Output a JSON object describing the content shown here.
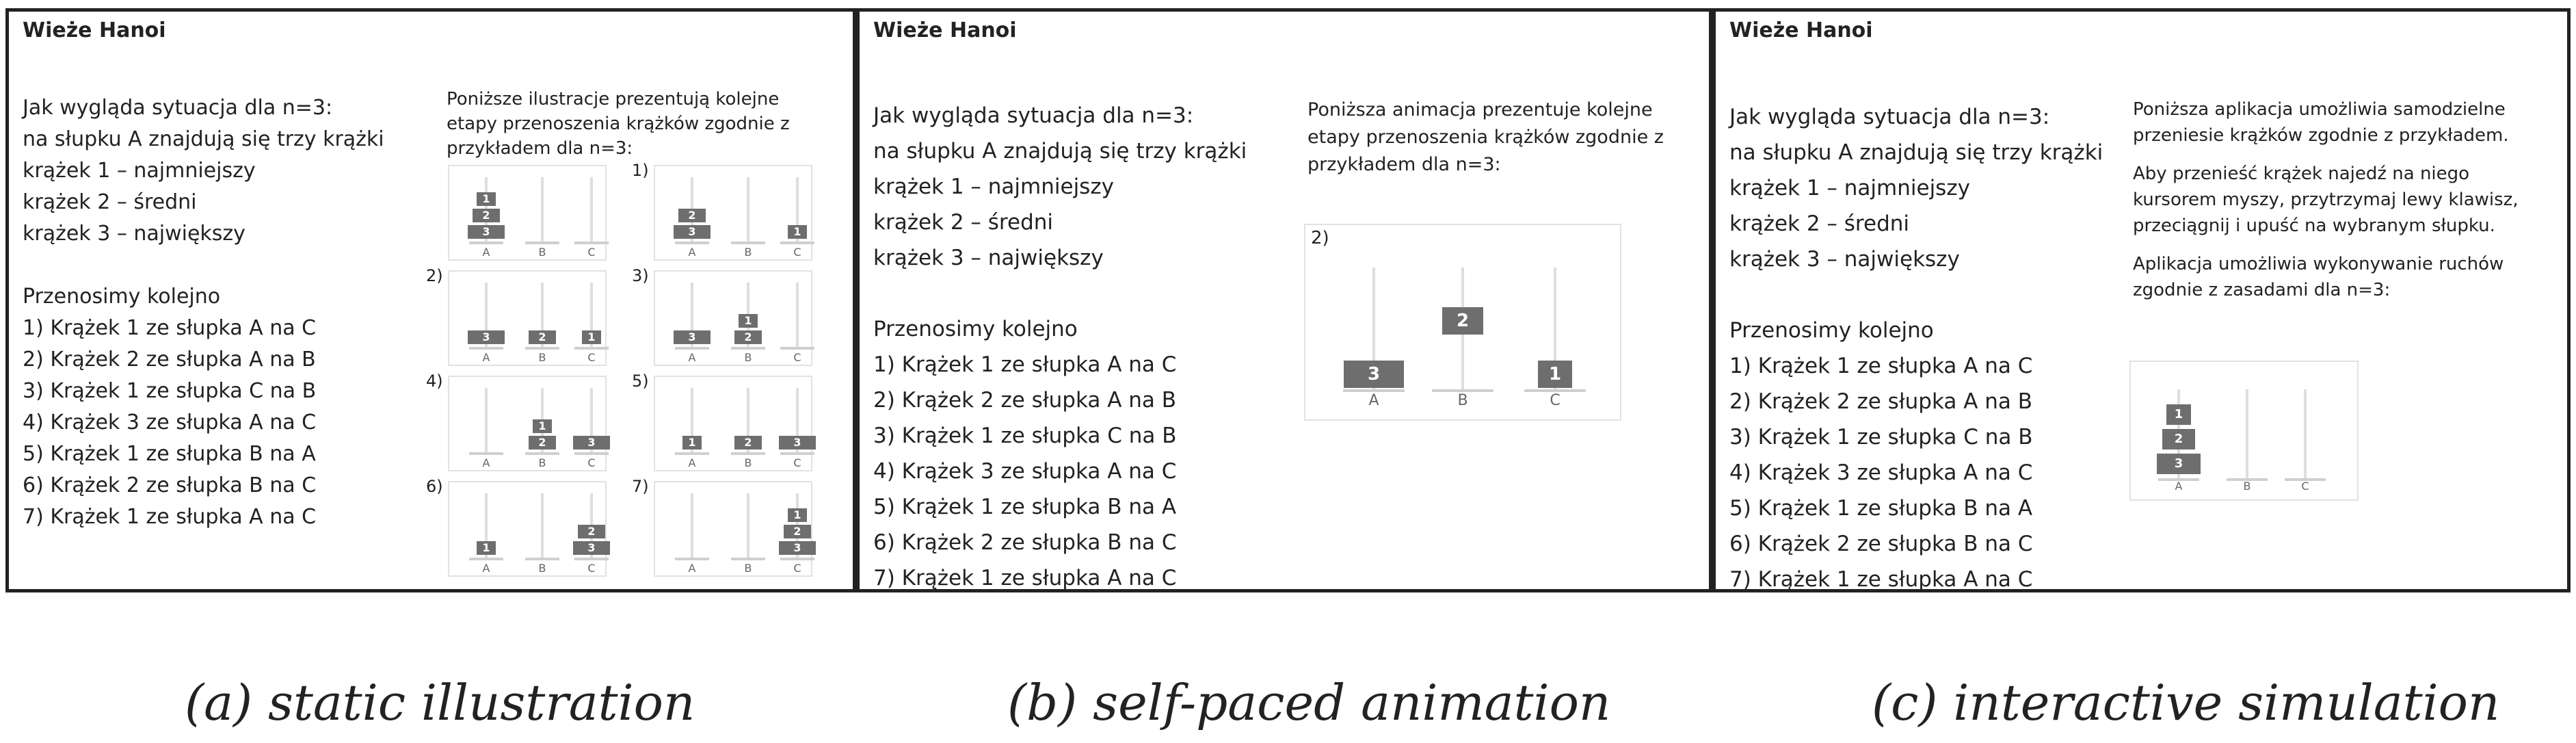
{
  "title": "Wieże Hanoi",
  "steps": {
    "intro": [
      "Jak wygląda sytuacja dla n=3:",
      "na słupku A znajdują się trzy krążki",
      "krążek 1 – najmniejszy",
      "krążek 2 – średni",
      "krążek 3 – największy"
    ],
    "moves_heading": "Przenosimy kolejno",
    "moves": [
      "1) Krążek 1 ze słupka A na C",
      "2) Krążek 2 ze słupka A na B",
      "3) Krążek 1 ze słupka C na B",
      "4) Krążek 3 ze słupka A na C",
      "5) Krążek 1 ze słupka B na A",
      "6) Krążek 2 ze słupka B na C",
      "7) Krążek 1 ze słupka A na C"
    ]
  },
  "peg_labels": [
    "A",
    "B",
    "C"
  ],
  "static": {
    "description": "Poniższe ilustracje prezentują kolejne etapy przenoszenia krążków zgodnie z przykładem dla n=3:",
    "frames": [
      {
        "num": "",
        "pegs": [
          [
            3,
            2,
            1
          ],
          [],
          []
        ]
      },
      {
        "num": "1)",
        "pegs": [
          [
            3,
            2
          ],
          [],
          [
            1
          ]
        ]
      },
      {
        "num": "2)",
        "pegs": [
          [
            3
          ],
          [
            2
          ],
          [
            1
          ]
        ]
      },
      {
        "num": "3)",
        "pegs": [
          [
            3
          ],
          [
            2,
            1
          ],
          []
        ]
      },
      {
        "num": "4)",
        "pegs": [
          [],
          [
            2,
            1
          ],
          [
            3
          ]
        ]
      },
      {
        "num": "5)",
        "pegs": [
          [
            1
          ],
          [
            2
          ],
          [
            3
          ]
        ]
      },
      {
        "num": "6)",
        "pegs": [
          [
            1
          ],
          [],
          [
            3,
            2
          ]
        ]
      },
      {
        "num": "7)",
        "pegs": [
          [],
          [],
          [
            3,
            2,
            1
          ]
        ]
      }
    ]
  },
  "animation": {
    "description": "Poniższa animacja prezentuje kolejne etapy przenoszenia krążków zgodnie z przykładem dla n=3:",
    "frame_num": "2)",
    "pegs": [
      [
        3
      ],
      [],
      [
        1
      ]
    ],
    "lifted_disk": 2
  },
  "simulation": {
    "description": [
      "Poniższa aplikacja umożliwia samodzielne przeniesie krążków zgodnie z przykładem.",
      "Aby przenieść krążek najedź na niego kursorem myszy, przytrzymaj lewy klawisz, przeciągnij i upuść na wybranym słupku.",
      "Aplikacja umożliwia wykonywanie ruchów zgodnie z zasadami dla n=3:"
    ],
    "pegs": [
      [
        3,
        2,
        1
      ],
      [],
      []
    ]
  },
  "captions": {
    "a": "(a) static illustration",
    "b": "(b) self-paced animation",
    "c": "(c) interactive simulation"
  }
}
